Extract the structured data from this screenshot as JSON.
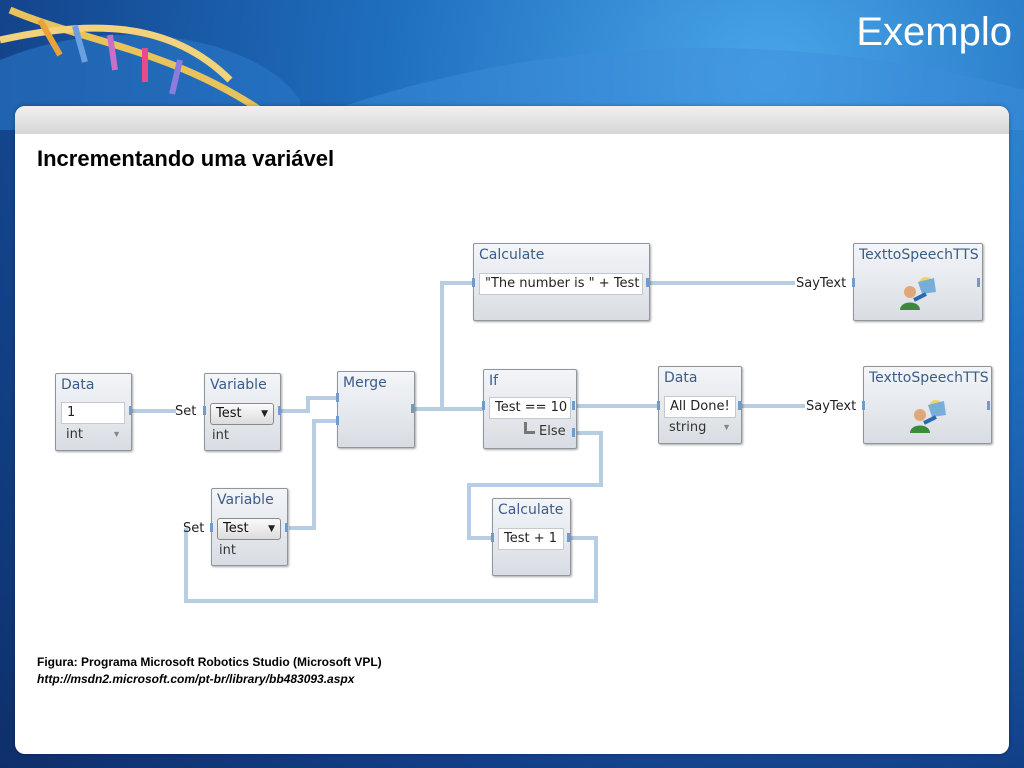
{
  "slide": {
    "title": "Exemplo",
    "heading": "Incrementando uma variável",
    "caption_line1": "Figura: Programa Microsoft Robotics Studio (Microsoft VPL)",
    "caption_line2": "http://msdn2.microsoft.com/pt-br/library/bb483093.aspx"
  },
  "diagram": {
    "data1": {
      "title": "Data",
      "value": "1",
      "type": "int"
    },
    "variable1": {
      "title": "Variable",
      "input_label": "Set",
      "selected": "Test",
      "type": "int"
    },
    "variable2": {
      "title": "Variable",
      "input_label": "Set",
      "selected": "Test",
      "type": "int"
    },
    "merge": {
      "title": "Merge"
    },
    "calculate1": {
      "title": "Calculate",
      "expression": "\"The number is \" + Test"
    },
    "tts1": {
      "title": "TexttoSpeechTTS",
      "input_label": "SayText",
      "icon": "speech-person-icon"
    },
    "if": {
      "title": "If",
      "condition": "Test == 10",
      "else_label": "Else"
    },
    "data2": {
      "title": "Data",
      "value": "All Done!",
      "type": "string"
    },
    "tts2": {
      "title": "TexttoSpeechTTS",
      "input_label": "SayText",
      "icon": "speech-person-icon"
    },
    "calculate2": {
      "title": "Calculate",
      "expression": "Test + 1"
    }
  },
  "colors": {
    "wire": "#b6cde3",
    "node_title": "#3b5c8a",
    "background": "#1d5fa8"
  }
}
